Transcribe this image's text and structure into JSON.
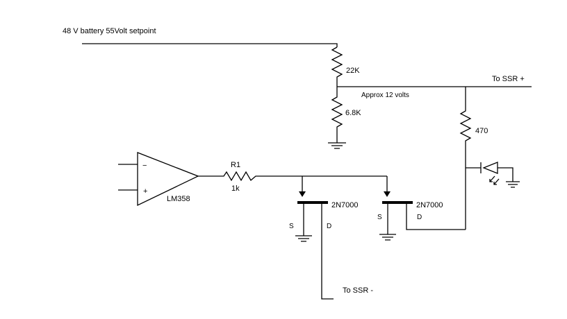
{
  "labels": {
    "battery": "48 V battery 55Volt setpoint",
    "r_top": "22K",
    "r_bottom": "6.8K",
    "approx": "Approx 12 volts",
    "ssr_plus": "To SSR +",
    "r_led": "470",
    "r1_name": "R1",
    "r1_value": "1k",
    "opamp": "LM358",
    "opamp_minus": "−",
    "opamp_plus": "+",
    "mosfet1": "2N7000",
    "mosfet2": "2N7000",
    "s1": "S",
    "d1": "D",
    "s2": "S",
    "d2": "D",
    "ssr_minus": "To SSR -"
  }
}
